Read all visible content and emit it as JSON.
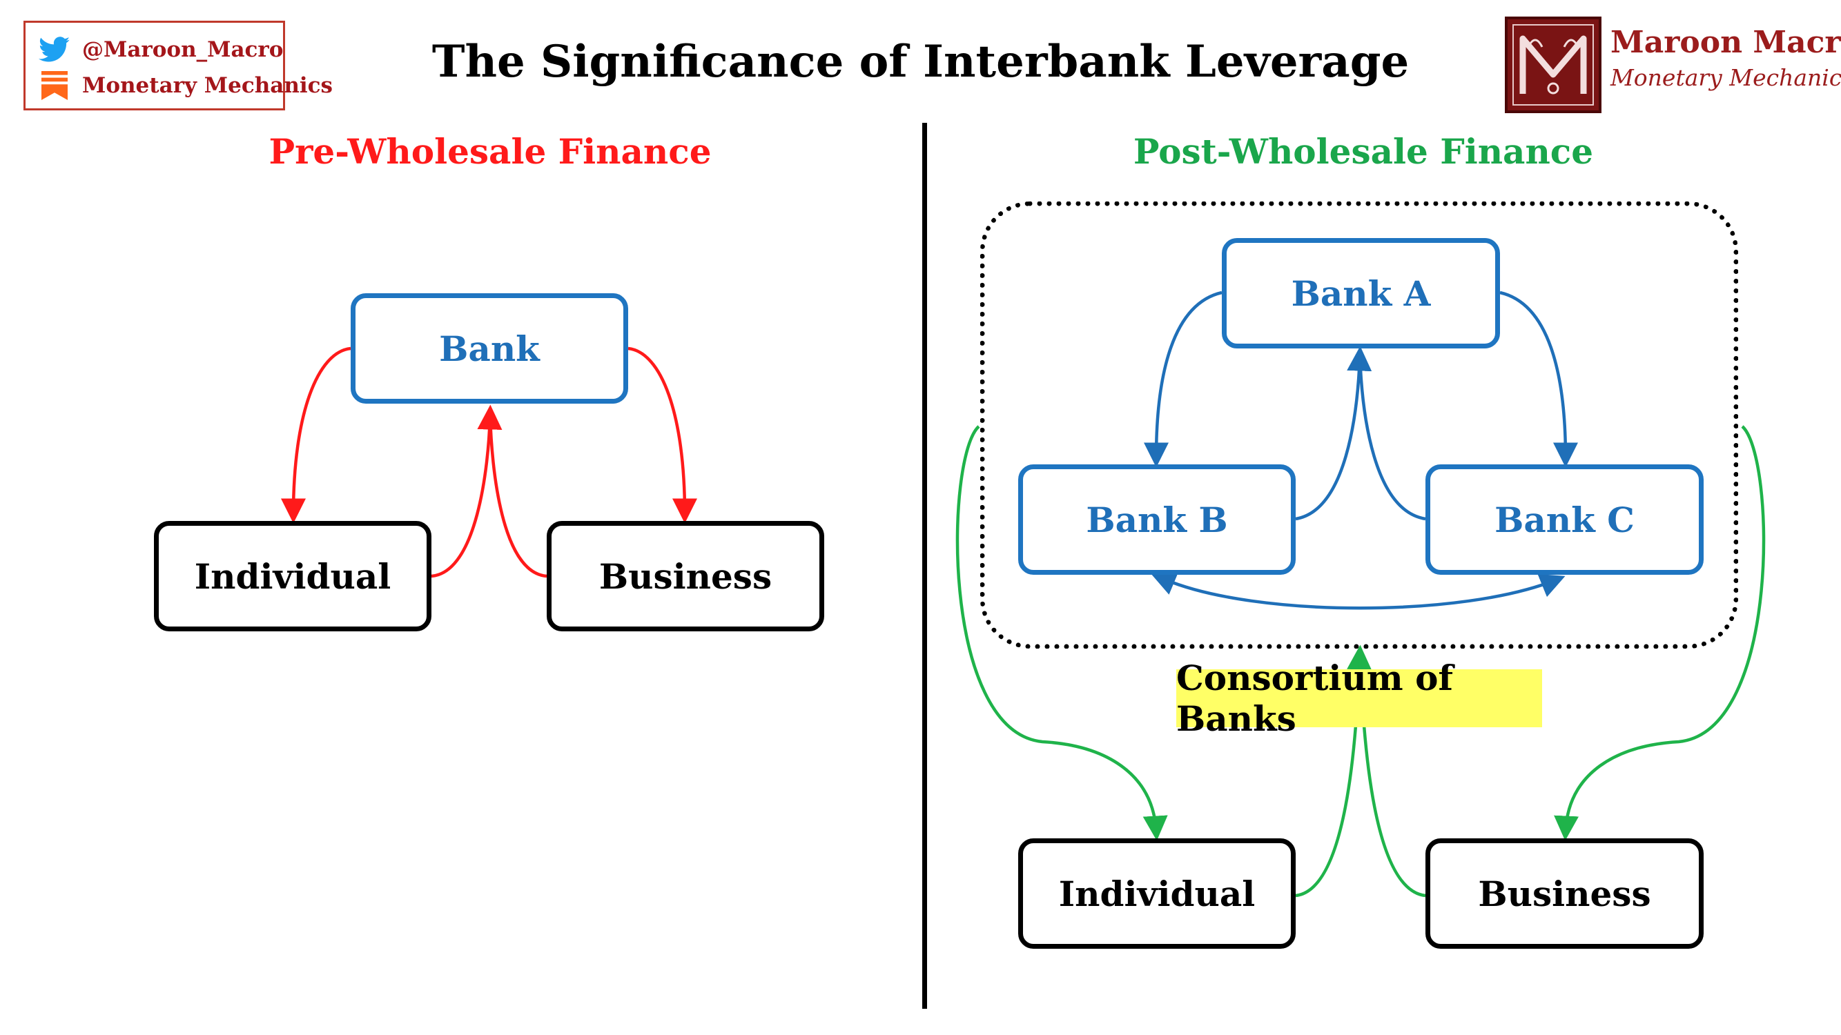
{
  "title": "The Significance of Interbank Leverage",
  "social": {
    "twitter_handle": "@Maroon_Macro",
    "substack_name": "Monetary Mechanics",
    "twitter_icon": "bird-icon",
    "substack_icon": "bookmark-icon",
    "twitter_color": "#1da1f2",
    "substack_color": "#ff6719"
  },
  "brand": {
    "name": "Maroon Macro",
    "tagline": "Monetary Mechanics",
    "color": "#9b1c1c"
  },
  "left_panel": {
    "heading": "Pre-Wholesale Finance",
    "heading_color": "#ff1a1a",
    "arrow_color": "#ff1a1a",
    "nodes": {
      "bank": "Bank",
      "individual": "Individual",
      "business": "Business"
    }
  },
  "right_panel": {
    "heading": "Post-Wholesale Finance",
    "heading_color": "#1aa64b",
    "arrow_color": "#1fb34a",
    "interbank_arrow_color": "#1f6fb8",
    "nodes": {
      "bank_a": "Bank A",
      "bank_b": "Bank B",
      "bank_c": "Bank C",
      "individual": "Individual",
      "business": "Business"
    },
    "consortium_label": "Consortium of Banks"
  }
}
